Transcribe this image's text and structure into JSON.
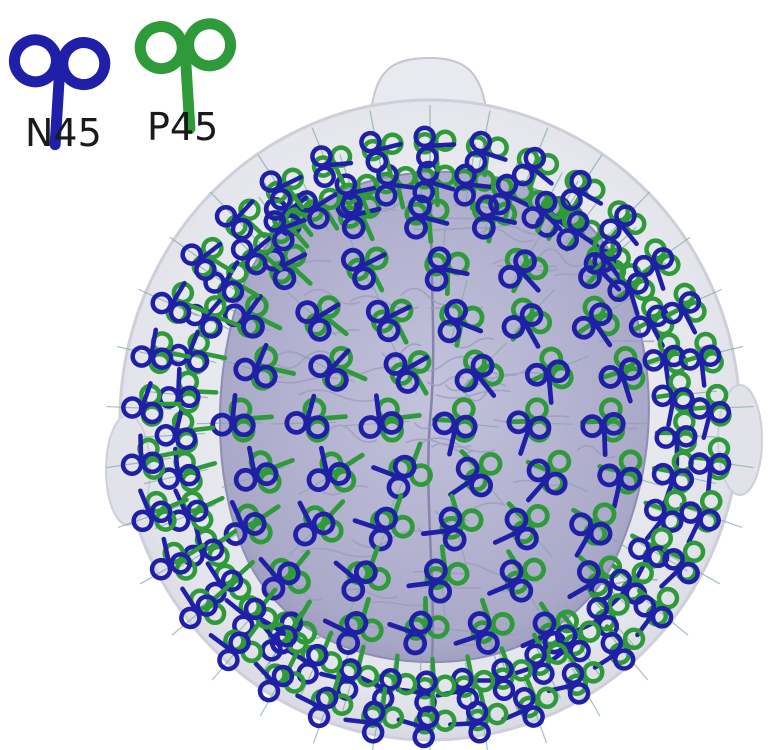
{
  "legend": {
    "items": [
      {
        "label": "N45",
        "color": "#1f1fa8"
      },
      {
        "label": "P45",
        "color": "#2e9a3a"
      }
    ]
  },
  "colors": {
    "coil_n45": "#1f1fa8",
    "coil_p45": "#2e9a3a",
    "scalp_fill": "#e6e6ee",
    "brain_fill": "#b3b2d0",
    "background": "#ffffff"
  },
  "icons": [
    "figure-eight-coil-icon"
  ],
  "head_view": "top-down"
}
